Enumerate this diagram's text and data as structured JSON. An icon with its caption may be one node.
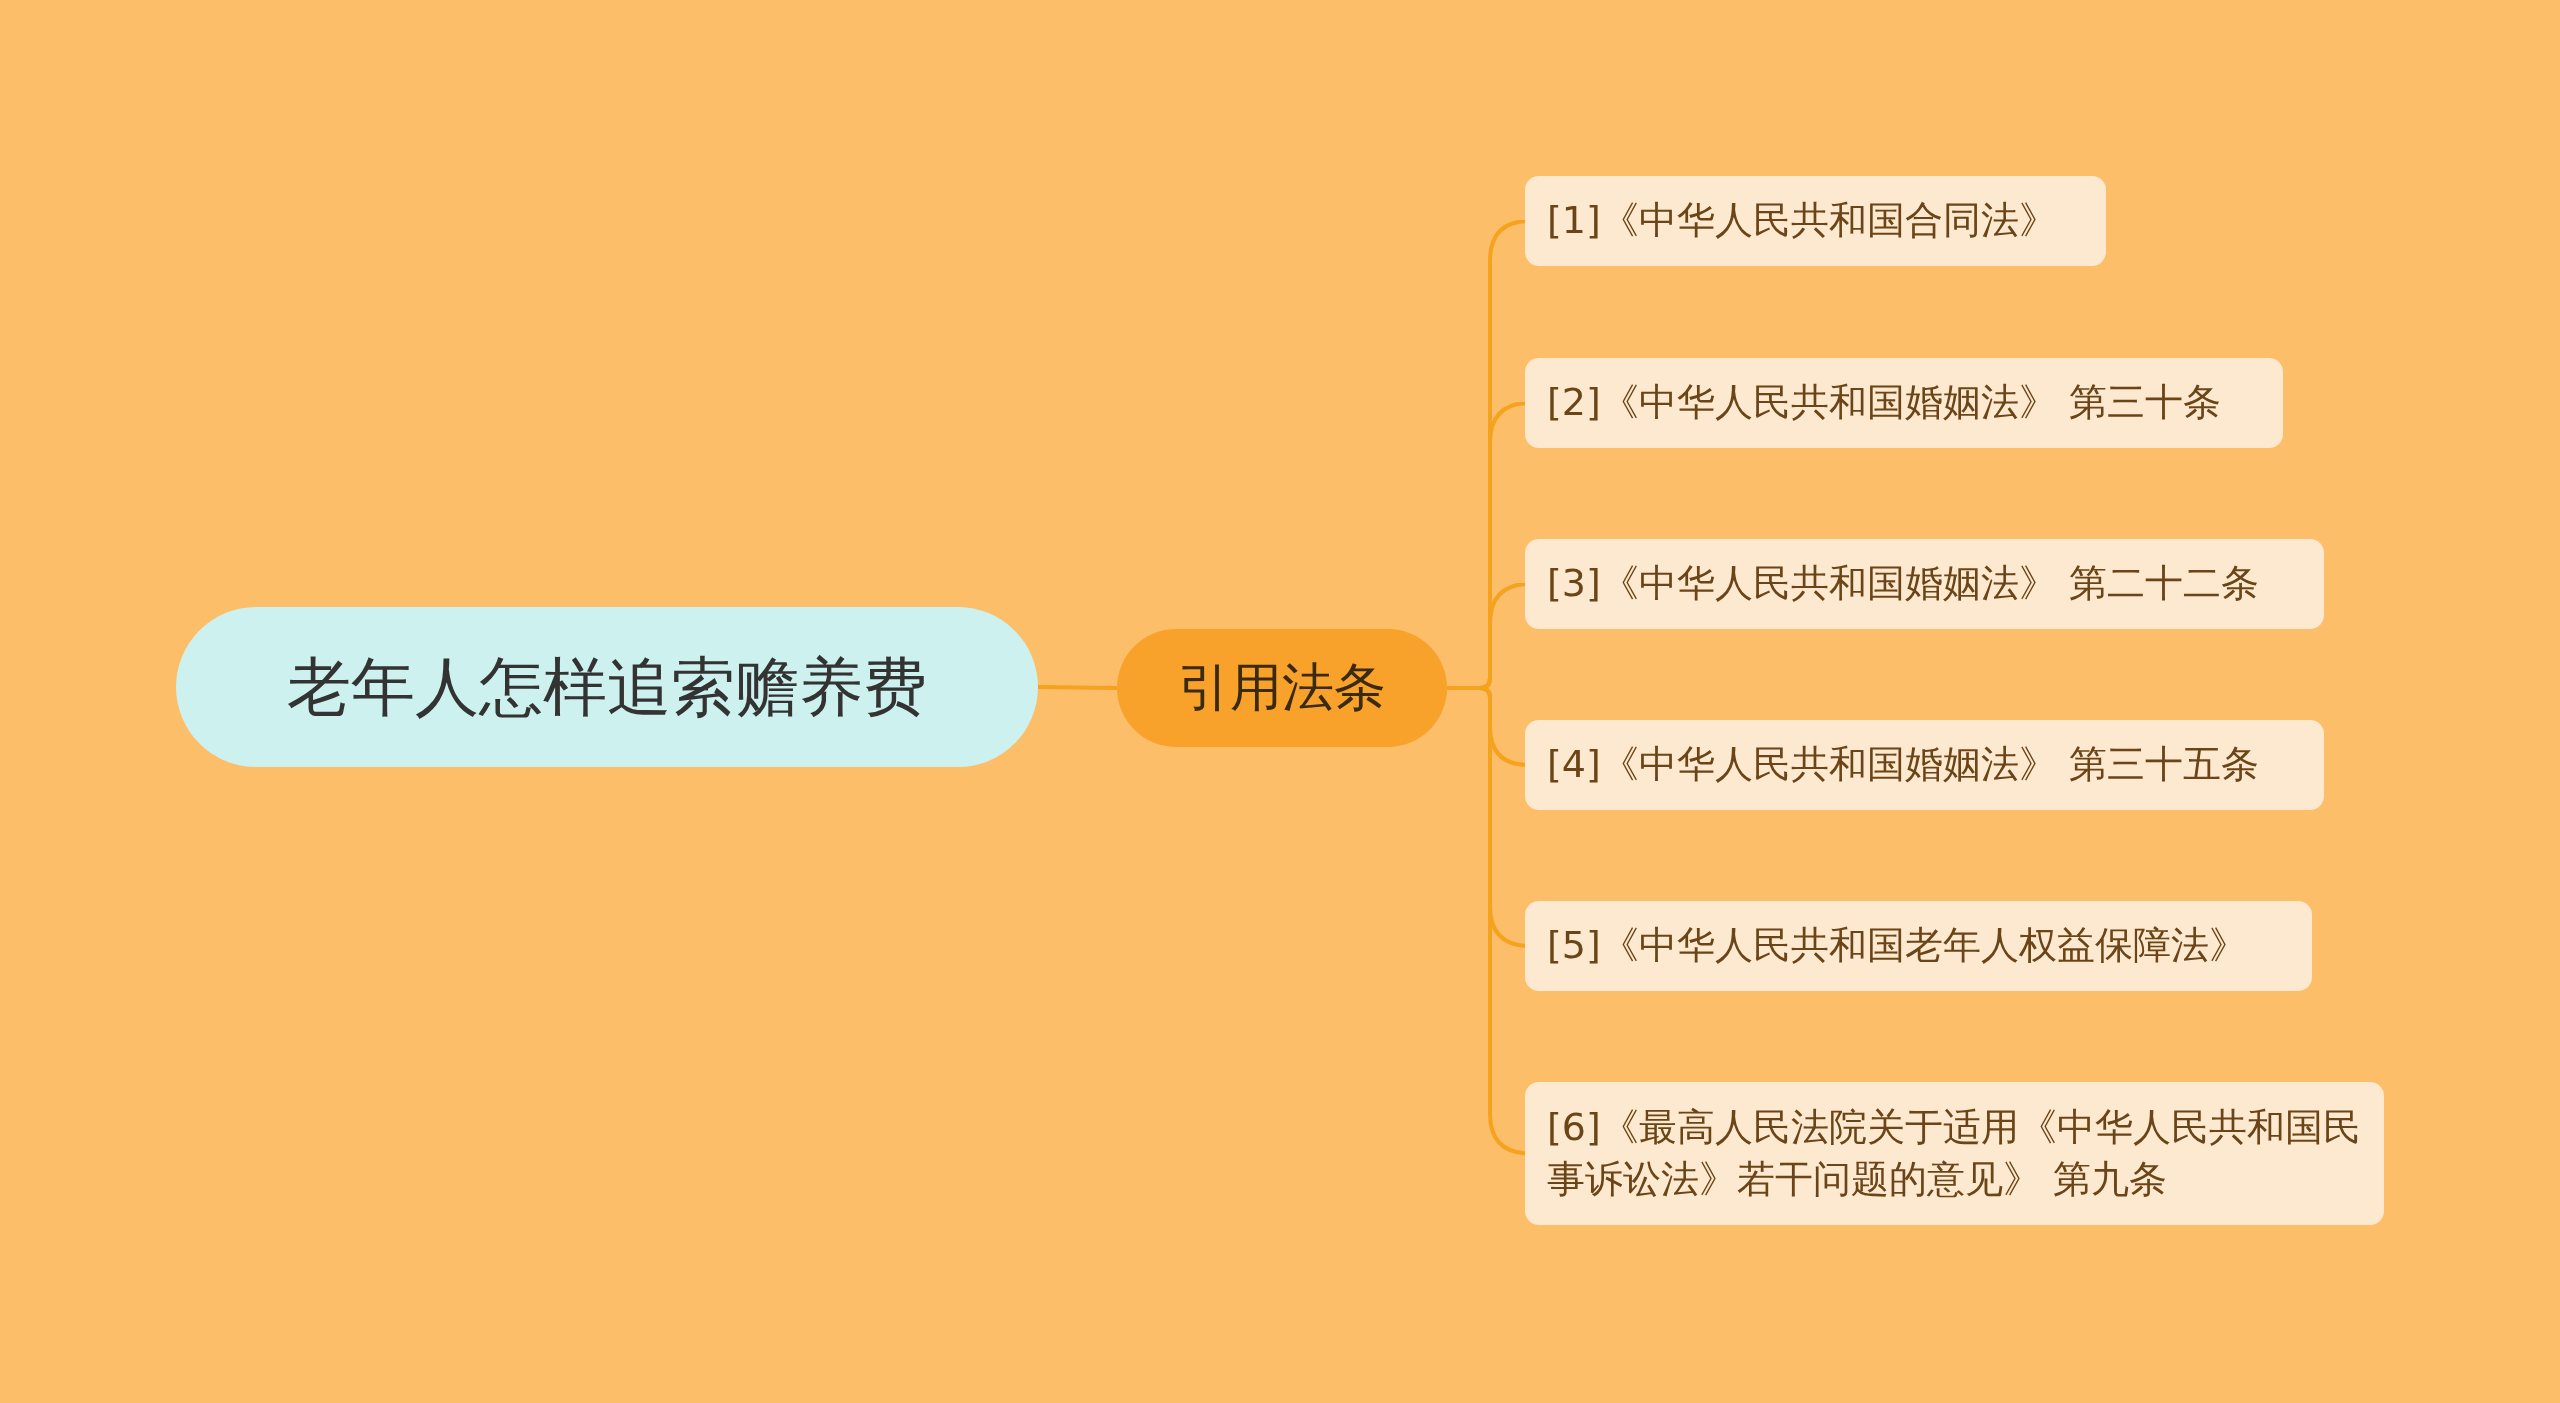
{
  "diagram": {
    "nodes": [
      {
        "text": [
          "老年人怎样追索赡养费"
        ]
      },
      {
        "text": [
          "引用法条"
        ]
      },
      {
        "text": [
          "[1]《中华人民共和国合同法》"
        ]
      },
      {
        "text": [
          "[2]《中华人民共和国婚姻法》 第三十条"
        ]
      },
      {
        "text": [
          "[3]《中华人民共和国婚姻法》 第二十二条"
        ]
      },
      {
        "text": [
          "[4]《中华人民共和国婚姻法》 第三十五条"
        ]
      },
      {
        "text": [
          "[5]《中华人民共和国老年人权益保障法》"
        ]
      },
      {
        "text": [
          "[6]《最高人民法院关于适用《中华人民共和国民事诉讼法》若干问题的意见》 第九条"
        ]
      }
    ],
    "edges": [
      {
        "from": 0,
        "to": 1,
        "arrow": "none"
      },
      {
        "from": 1,
        "to": 2,
        "arrow": "none"
      },
      {
        "from": 1,
        "to": 3,
        "arrow": "none"
      },
      {
        "from": 1,
        "to": 4,
        "arrow": "none"
      },
      {
        "from": 1,
        "to": 5,
        "arrow": "none"
      },
      {
        "from": 1,
        "to": 6,
        "arrow": "none"
      },
      {
        "from": 1,
        "to": 7,
        "arrow": "none"
      }
    ]
  }
}
